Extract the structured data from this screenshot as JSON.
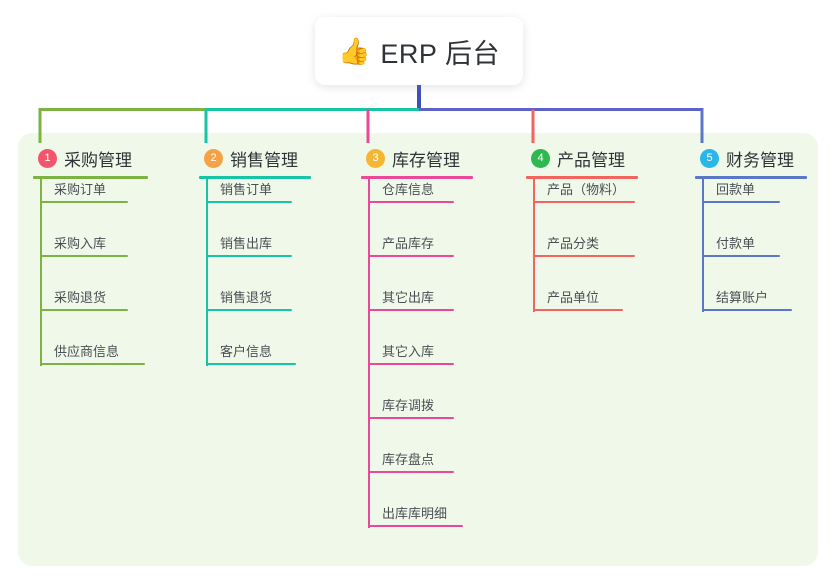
{
  "diagram": {
    "type": "mind-map",
    "background_color": "#eff8e9",
    "canvas_color": "#ffffff"
  },
  "root": {
    "icon": "thumbs-up-icon",
    "emoji": "👍",
    "title": "ERP 后台",
    "stem_color": "#3f51b5"
  },
  "connector": {
    "segments": [
      {
        "color": "#7cb342"
      },
      {
        "color": "#16c5a5"
      },
      {
        "color": "#5b62c8"
      }
    ]
  },
  "branches": [
    {
      "number": "1",
      "title": "采购管理",
      "badge_color": "#f2566a",
      "line_color": "#7cb342",
      "drop_color": "#7cb342",
      "items": [
        {
          "label": "采购订单"
        },
        {
          "label": "采购入库"
        },
        {
          "label": "采购退货"
        },
        {
          "label": "供应商信息"
        }
      ]
    },
    {
      "number": "2",
      "title": "销售管理",
      "badge_color": "#f5a145",
      "line_color": "#16c5a5",
      "drop_color": "#16c5a5",
      "items": [
        {
          "label": "销售订单"
        },
        {
          "label": "销售出库"
        },
        {
          "label": "销售退货"
        },
        {
          "label": "客户信息"
        }
      ]
    },
    {
      "number": "3",
      "title": "库存管理",
      "badge_color": "#f5b731",
      "line_color": "#ec4899",
      "drop_color": "#ec4899",
      "items": [
        {
          "label": "仓库信息"
        },
        {
          "label": "产品库存"
        },
        {
          "label": "其它出库"
        },
        {
          "label": "其它入库"
        },
        {
          "label": "库存调拨"
        },
        {
          "label": "库存盘点"
        },
        {
          "label": "出库库明细"
        }
      ]
    },
    {
      "number": "4",
      "title": "产品管理",
      "badge_color": "#2eb84f",
      "line_color": "#f4645f",
      "drop_color": "#f4645f",
      "items": [
        {
          "label": "产品（物料）"
        },
        {
          "label": "产品分类"
        },
        {
          "label": "产品单位"
        }
      ]
    },
    {
      "number": "5",
      "title": "财务管理",
      "badge_color": "#29b6e8",
      "line_color": "#5b78c8",
      "drop_color": "#5b78c8",
      "items": [
        {
          "label": "回款单"
        },
        {
          "label": "付款单"
        },
        {
          "label": "结算账户"
        }
      ]
    }
  ]
}
